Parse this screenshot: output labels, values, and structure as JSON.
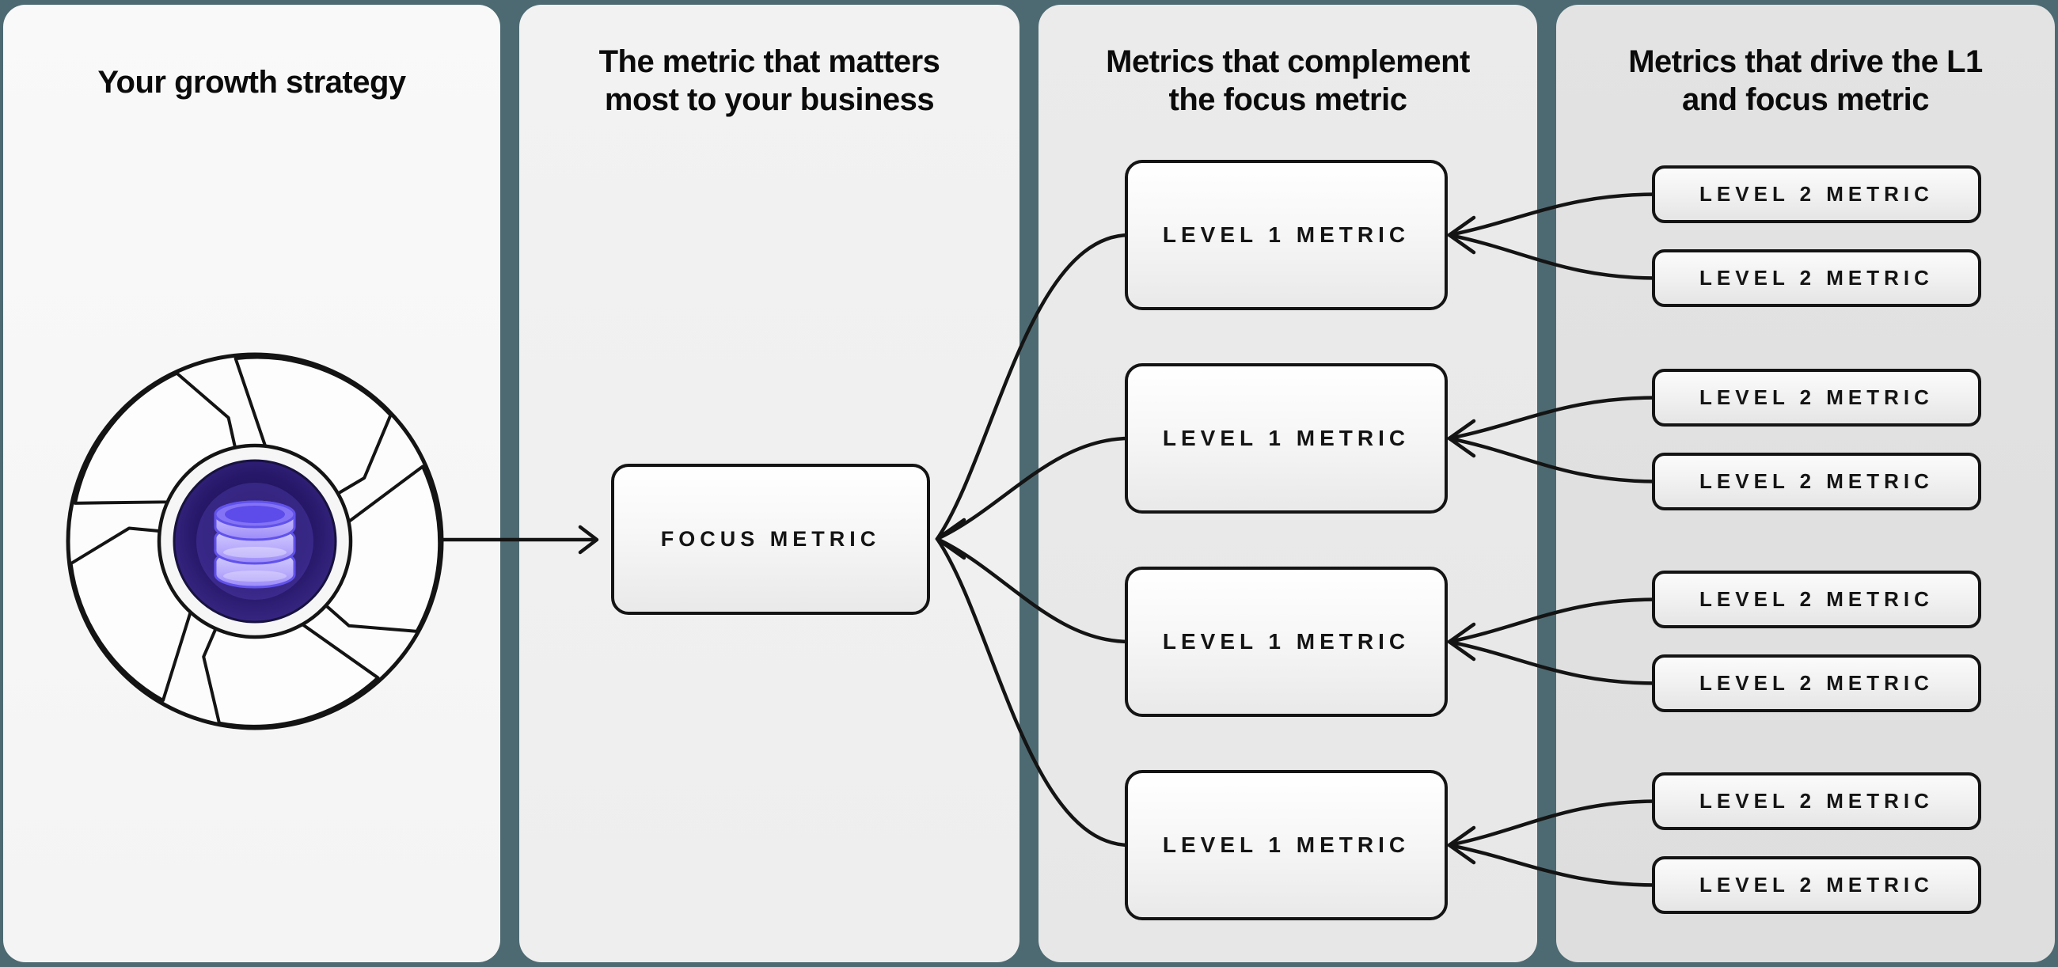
{
  "diagram": {
    "background_color": "#4d6a72",
    "line_color": "#141414",
    "accent_purple": "#7c66f2"
  },
  "panels": {
    "strategy": {
      "title": "Your growth strategy"
    },
    "focus": {
      "title_line1": "The metric that matters",
      "title_line2": "most to your business",
      "box_label": "FOCUS METRIC"
    },
    "level1": {
      "title_line1": "Metrics that complement",
      "title_line2": "the focus metric",
      "boxes": [
        {
          "label": "LEVEL 1 METRIC"
        },
        {
          "label": "LEVEL 1 METRIC"
        },
        {
          "label": "LEVEL 1 METRIC"
        },
        {
          "label": "LEVEL 1 METRIC"
        }
      ]
    },
    "level2": {
      "title_line1": "Metrics that drive the L1",
      "title_line2": "and focus metric",
      "boxes": [
        {
          "label": "LEVEL 2 METRIC"
        },
        {
          "label": "LEVEL 2 METRIC"
        },
        {
          "label": "LEVEL 2 METRIC"
        },
        {
          "label": "LEVEL 2 METRIC"
        },
        {
          "label": "LEVEL 2 METRIC"
        },
        {
          "label": "LEVEL 2 METRIC"
        },
        {
          "label": "LEVEL 2 METRIC"
        },
        {
          "label": "LEVEL 2 METRIC"
        }
      ]
    }
  },
  "icon": {
    "name": "growth-flywheel-database",
    "core_color": "#241457",
    "disc_color": "#b3a6fb"
  }
}
